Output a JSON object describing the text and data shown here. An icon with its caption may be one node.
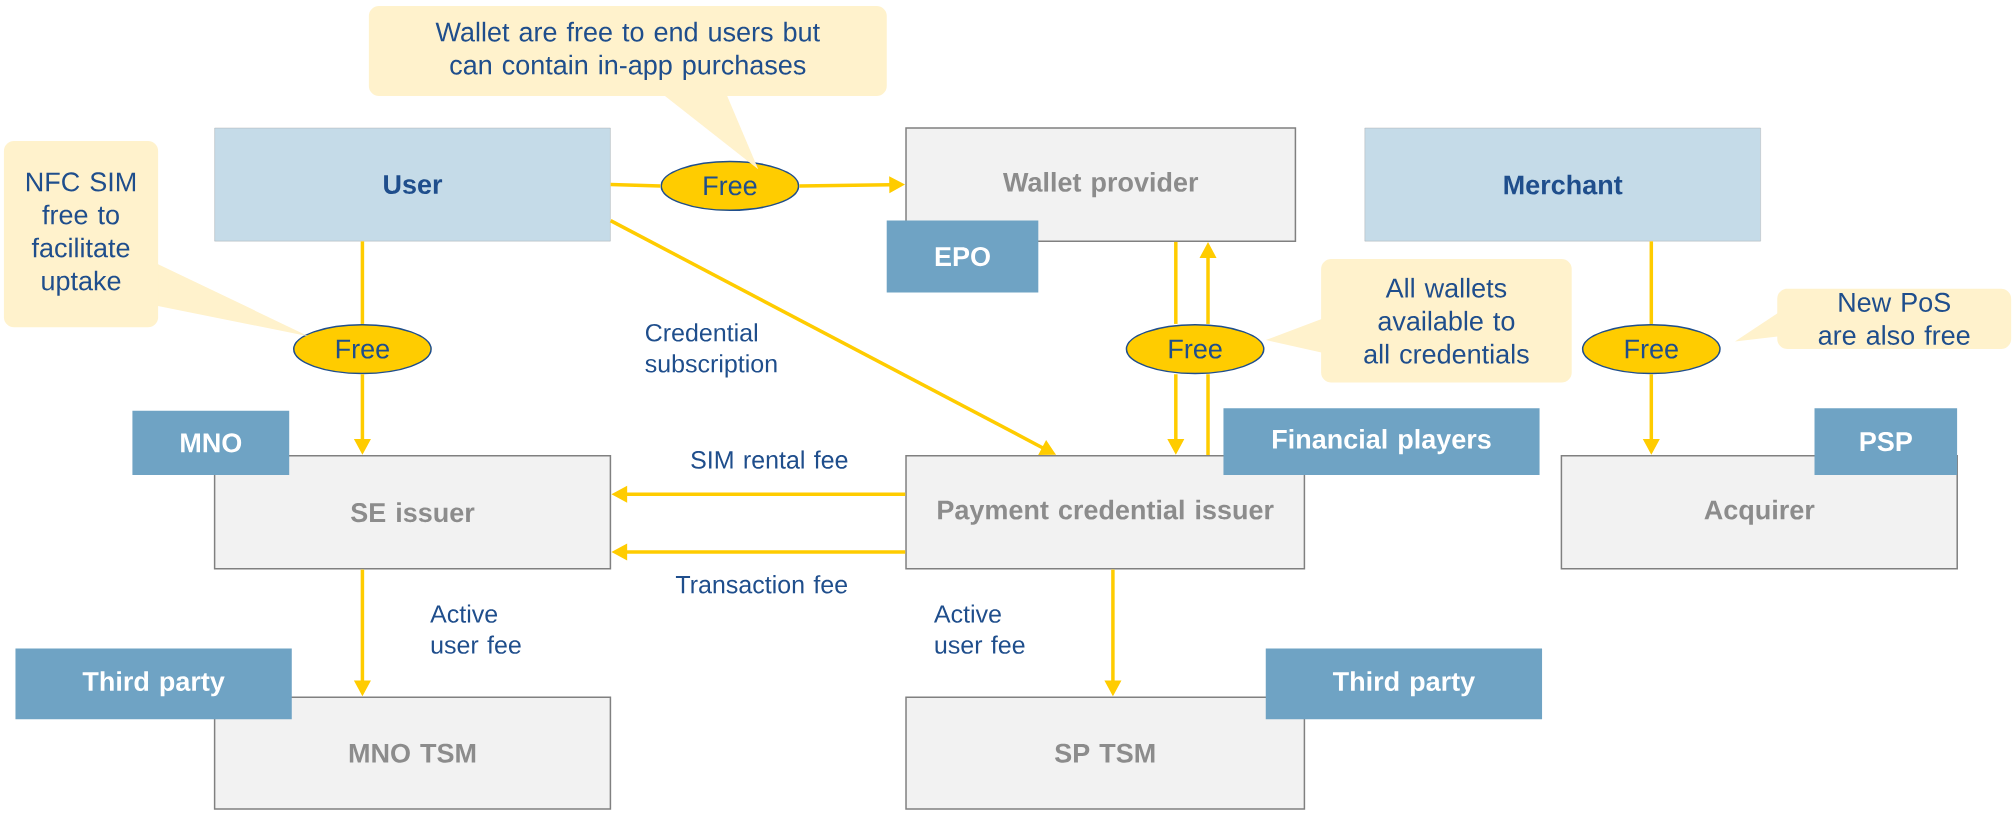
{
  "diagram": {
    "nodes": [
      {
        "text": [
          "User"
        ]
      },
      {
        "text": [
          "Wallet provider"
        ]
      },
      {
        "text": [
          "EPO"
        ]
      },
      {
        "text": [
          "Merchant"
        ]
      },
      {
        "text": [
          "SE issuer"
        ]
      },
      {
        "text": [
          "MNO"
        ]
      },
      {
        "text": [
          "Payment credential issuer"
        ]
      },
      {
        "text": [
          "Financial players"
        ]
      },
      {
        "text": [
          "Acquirer"
        ]
      },
      {
        "text": [
          "PSP"
        ]
      },
      {
        "text": [
          "MNO TSM"
        ]
      },
      {
        "text": [
          "Third party"
        ]
      },
      {
        "text": [
          "SP TSM"
        ]
      },
      {
        "text": [
          "Third party"
        ]
      },
      {
        "text": [
          "Free"
        ]
      },
      {
        "text": [
          "Free"
        ]
      },
      {
        "text": [
          "Free"
        ]
      },
      {
        "text": [
          "Free"
        ]
      },
      {
        "text": [
          "Wallet are free to end users but can contain in-app purchases"
        ]
      },
      {
        "text": [
          "NFC SIM free to facilitate uptake"
        ]
      },
      {
        "text": [
          "All wallets available to all credentials"
        ]
      },
      {
        "text": [
          "New PoS are also free"
        ]
      }
    ],
    "edges": [
      {
        "from": 0,
        "to": 14,
        "arrow": "none"
      },
      {
        "from": 14,
        "to": 1,
        "arrow": "to"
      },
      {
        "from": 0,
        "to": 15,
        "arrow": "none"
      },
      {
        "from": 15,
        "to": 4,
        "arrow": "to"
      },
      {
        "from": 1,
        "to": 16,
        "arrow": "none"
      },
      {
        "from": 16,
        "to": 6,
        "arrow": "to"
      },
      {
        "from": 6,
        "to": 16,
        "arrow": "none"
      },
      {
        "from": 16,
        "to": 1,
        "arrow": "to"
      },
      {
        "from": 3,
        "to": 17,
        "arrow": "none"
      },
      {
        "from": 17,
        "to": 8,
        "arrow": "to"
      },
      {
        "from": 0,
        "to": 6,
        "arrow": "to",
        "label": "Credential subscription"
      },
      {
        "from": 6,
        "to": 4,
        "arrow": "to",
        "label": "SIM rental fee"
      },
      {
        "from": 6,
        "to": 4,
        "arrow": "to",
        "label": "Transaction fee"
      },
      {
        "from": 4,
        "to": 10,
        "arrow": "to",
        "label": "Active user fee"
      },
      {
        "from": 6,
        "to": 12,
        "arrow": "to",
        "label": "Active user fee"
      }
    ]
  }
}
